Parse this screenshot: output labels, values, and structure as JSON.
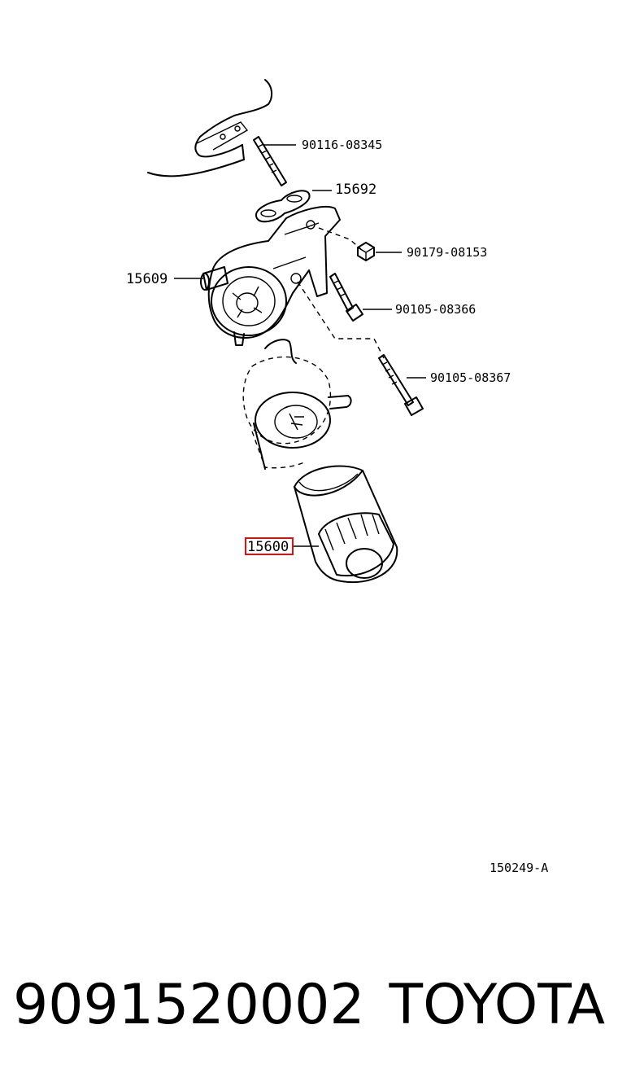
{
  "diagram": {
    "labels": {
      "stud": "90116-08345",
      "gasket": "15692",
      "nut": "90179-08153",
      "bracket": "15609",
      "bolt_a": "90105-08366",
      "bolt_b": "90105-08367",
      "filter": "15600"
    },
    "reference": "150249-A",
    "highlight_color": "#dd1111"
  },
  "footer": {
    "part_number": "9091520002",
    "brand": "TOYOTA"
  }
}
